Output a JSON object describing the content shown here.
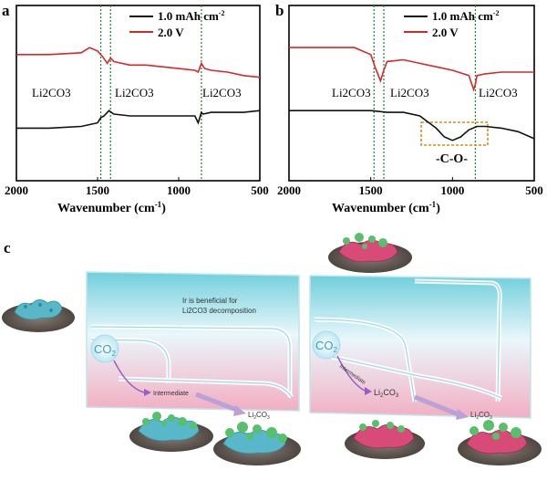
{
  "panels": {
    "a": {
      "label": "a",
      "legend": [
        {
          "name": "1.0 mAh cm",
          "sup": "-2",
          "color": "#111111"
        },
        {
          "name": "2.0 V",
          "sup": "",
          "color": "#d42a2a"
        }
      ],
      "annotations": [
        "Li2CO3",
        "Li2CO3",
        "Li2CO3"
      ],
      "xlabel": "Wavenumber (cm",
      "xlabel_sup": "-1",
      "xlabel_end": ")",
      "ticks": [
        "2000",
        "1500",
        "1000",
        "500"
      ]
    },
    "b": {
      "label": "b",
      "legend": [
        {
          "name": "1.0 mAh cm",
          "sup": "-2",
          "color": "#111111"
        },
        {
          "name": "2.0 V",
          "sup": "",
          "color": "#d42a2a"
        }
      ],
      "annotations": [
        "Li2CO3",
        "Li2CO3",
        "Li2CO3"
      ],
      "co_label": "-C-O-",
      "xlabel": "Wavenumber (cm",
      "xlabel_sup": "-1",
      "xlabel_end": ")",
      "ticks": [
        "2000",
        "1500",
        "1000",
        "500"
      ]
    },
    "c": {
      "label": "c",
      "left_note_1": "Ir is beneficial for",
      "left_note_2": "Li2CO3 decomposition",
      "co2": "CO",
      "co2_sub": "2",
      "intermediate": "Intermediate",
      "li2co3": "Li",
      "li2co3_sub": "2",
      "li2co3_end": "CO",
      "li2co3_sub2": "3"
    }
  },
  "colors": {
    "black_curve": "#111111",
    "red_curve": "#d42a2a",
    "green_dotted": "#2e8b3d",
    "orange_box": "#e08a1c",
    "cyan_top": "#7fd4e0",
    "pink_bottom": "#f2b9c8",
    "tube": "#e8f6fb",
    "arrow": "#9a5cc6"
  },
  "chart_data": [
    {
      "type": "line",
      "title": "",
      "xlabel": "Wavenumber (cm-1)",
      "ylabel": "",
      "xlim": [
        2000,
        500
      ],
      "series": [
        {
          "name": "1.0 mAh cm-2",
          "x": [
            2000,
            1800,
            1600,
            1500,
            1480,
            1460,
            1430,
            1400,
            1300,
            1200,
            1100,
            1000,
            900,
            880,
            860,
            850,
            800,
            700,
            600,
            500
          ],
          "y": [
            0.3,
            0.3,
            0.31,
            0.33,
            0.36,
            0.37,
            0.4,
            0.38,
            0.37,
            0.37,
            0.37,
            0.37,
            0.37,
            0.33,
            0.39,
            0.38,
            0.39,
            0.39,
            0.39,
            0.4
          ]
        },
        {
          "name": "2.0 V",
          "x": [
            2000,
            1800,
            1600,
            1550,
            1500,
            1470,
            1440,
            1420,
            1400,
            1300,
            1200,
            1100,
            1000,
            900,
            880,
            860,
            840,
            800,
            700,
            600,
            500
          ],
          "y": [
            0.72,
            0.72,
            0.73,
            0.76,
            0.74,
            0.71,
            0.67,
            0.7,
            0.68,
            0.66,
            0.66,
            0.65,
            0.64,
            0.63,
            0.62,
            0.67,
            0.64,
            0.63,
            0.62,
            0.6,
            0.59
          ]
        }
      ],
      "markers": [
        {
          "x": 1480,
          "label": "Li2CO3"
        },
        {
          "x": 1420,
          "label": "Li2CO3"
        },
        {
          "x": 860,
          "label": "Li2CO3"
        }
      ]
    },
    {
      "type": "line",
      "title": "",
      "xlabel": "Wavenumber (cm-1)",
      "ylabel": "",
      "xlim": [
        2000,
        500
      ],
      "series": [
        {
          "name": "1.0 mAh cm-2",
          "x": [
            2000,
            1800,
            1600,
            1500,
            1400,
            1300,
            1200,
            1100,
            1050,
            1000,
            950,
            900,
            850,
            800,
            700,
            600,
            500
          ],
          "y": [
            0.4,
            0.4,
            0.4,
            0.4,
            0.39,
            0.39,
            0.37,
            0.3,
            0.25,
            0.23,
            0.25,
            0.29,
            0.31,
            0.31,
            0.3,
            0.28,
            0.24
          ]
        },
        {
          "name": "2.0 V",
          "x": [
            2000,
            1800,
            1600,
            1500,
            1470,
            1440,
            1420,
            1400,
            1300,
            1200,
            1100,
            1000,
            900,
            870,
            860,
            850,
            800,
            700,
            600,
            500
          ],
          "y": [
            0.76,
            0.76,
            0.76,
            0.72,
            0.64,
            0.57,
            0.63,
            0.68,
            0.69,
            0.67,
            0.65,
            0.63,
            0.6,
            0.52,
            0.55,
            0.6,
            0.61,
            0.62,
            0.62,
            0.62
          ]
        }
      ],
      "markers": [
        {
          "x": 1480,
          "label": "Li2CO3"
        },
        {
          "x": 1420,
          "label": "Li2CO3"
        },
        {
          "x": 860,
          "label": "Li2CO3"
        }
      ],
      "box_label": "-C-O-"
    }
  ]
}
